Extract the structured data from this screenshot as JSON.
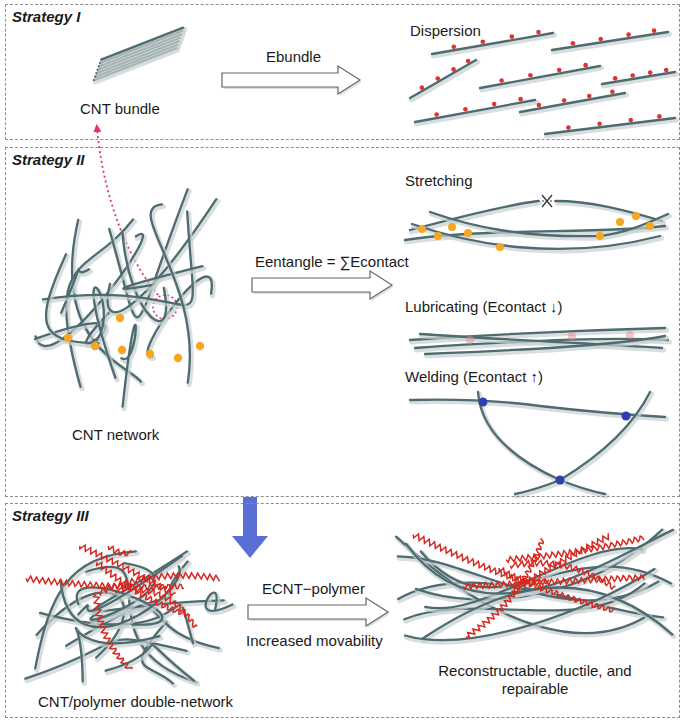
{
  "diagram": {
    "nodes": [
      {
        "text": [
          "Strategy I"
        ]
      },
      {
        "text": [
          "Strategy II"
        ]
      },
      {
        "text": [
          "Strategy III"
        ]
      }
    ],
    "edges": [
      {
        "from": 1,
        "to": 2,
        "arrow": "to"
      }
    ],
    "labels": [
      "CNT bundle",
      "Ebundle",
      "Dispersion",
      "CNT network",
      "Eentangle = ∑Econtact",
      "Stretching",
      "Lubricating (Econtact ↓)",
      "Welding (Econtact ↑)",
      "ECNT−polymer",
      "Increased movability",
      "CNT/polymer double-network",
      "Reconstructable, ductile, and repairable"
    ]
  }
}
